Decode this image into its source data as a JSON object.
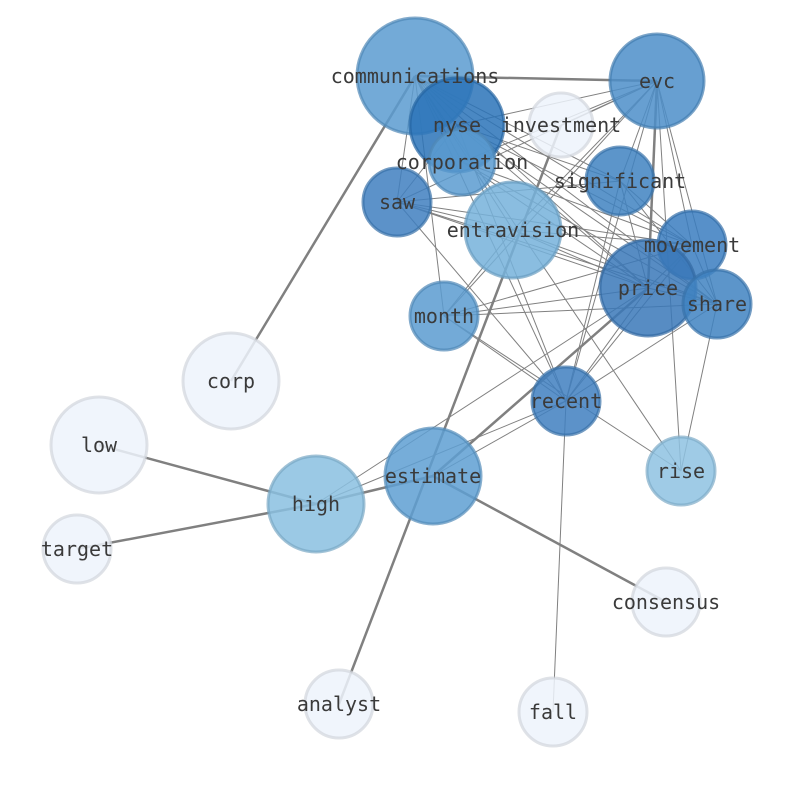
{
  "graph": {
    "nodes": [
      {
        "id": "communications",
        "label": "communications",
        "color": "#5a9bd0",
        "weight": 1.0
      },
      {
        "id": "evc",
        "label": "evc",
        "color": "#4c8ec9",
        "weight": 0.85
      },
      {
        "id": "nyse",
        "label": "nyse",
        "color": "#2a73b8",
        "weight": 0.8
      },
      {
        "id": "investment",
        "label": "investment",
        "color": "#edf3fb",
        "weight": 0.55
      },
      {
        "id": "corporation",
        "label": "corporation",
        "color": "#5a9bd0",
        "weight": 0.55
      },
      {
        "id": "significant",
        "label": "significant",
        "color": "#3f82c1",
        "weight": 0.6
      },
      {
        "id": "saw",
        "label": "saw",
        "color": "#3f7fbf",
        "weight": 0.6
      },
      {
        "id": "entravision",
        "label": "entravision",
        "color": "#76b1da",
        "weight": 0.85
      },
      {
        "id": "movement",
        "label": "movement",
        "color": "#3a7dbf",
        "weight": 0.6
      },
      {
        "id": "price",
        "label": "price",
        "color": "#3a78b8",
        "weight": 0.85
      },
      {
        "id": "share",
        "label": "share",
        "color": "#3f82c1",
        "weight": 0.6
      },
      {
        "id": "month",
        "label": "month",
        "color": "#5a9bd0",
        "weight": 0.6
      },
      {
        "id": "corp",
        "label": "corp",
        "color": "#edf3fb",
        "weight": 0.85
      },
      {
        "id": "recent",
        "label": "recent",
        "color": "#3f7fbf",
        "weight": 0.6
      },
      {
        "id": "low",
        "label": "low",
        "color": "#edf3fb",
        "weight": 0.85
      },
      {
        "id": "estimate",
        "label": "estimate",
        "color": "#5e9fd2",
        "weight": 0.85
      },
      {
        "id": "rise",
        "label": "rise",
        "color": "#8ec2e2",
        "weight": 0.6
      },
      {
        "id": "high",
        "label": "high",
        "color": "#89bfe0",
        "weight": 0.85
      },
      {
        "id": "target",
        "label": "target",
        "color": "#edf3fb",
        "weight": 0.6
      },
      {
        "id": "consensus",
        "label": "consensus",
        "color": "#edf3fb",
        "weight": 0.6
      },
      {
        "id": "analyst",
        "label": "analyst",
        "color": "#edf3fb",
        "weight": 0.6
      },
      {
        "id": "fall",
        "label": "fall",
        "color": "#edf3fb",
        "weight": 0.6
      }
    ],
    "edges": [
      {
        "source": "communications",
        "target": "evc",
        "weight": 2
      },
      {
        "source": "communications",
        "target": "corp",
        "weight": 2
      },
      {
        "source": "communications",
        "target": "nyse",
        "weight": 1
      },
      {
        "source": "communications",
        "target": "corporation",
        "weight": 1
      },
      {
        "source": "communications",
        "target": "saw",
        "weight": 1
      },
      {
        "source": "communications",
        "target": "entravision",
        "weight": 1
      },
      {
        "source": "communications",
        "target": "significant",
        "weight": 1
      },
      {
        "source": "communications",
        "target": "movement",
        "weight": 1
      },
      {
        "source": "communications",
        "target": "price",
        "weight": 1
      },
      {
        "source": "communications",
        "target": "share",
        "weight": 1
      },
      {
        "source": "communications",
        "target": "recent",
        "weight": 1
      },
      {
        "source": "communications",
        "target": "month",
        "weight": 1
      },
      {
        "source": "communications",
        "target": "rise",
        "weight": 1
      },
      {
        "source": "evc",
        "target": "nyse",
        "weight": 1
      },
      {
        "source": "evc",
        "target": "corporation",
        "weight": 1
      },
      {
        "source": "evc",
        "target": "saw",
        "weight": 1
      },
      {
        "source": "evc",
        "target": "entravision",
        "weight": 1
      },
      {
        "source": "evc",
        "target": "significant",
        "weight": 1
      },
      {
        "source": "evc",
        "target": "movement",
        "weight": 1
      },
      {
        "source": "evc",
        "target": "price",
        "weight": 2
      },
      {
        "source": "evc",
        "target": "share",
        "weight": 1
      },
      {
        "source": "evc",
        "target": "recent",
        "weight": 1
      },
      {
        "source": "evc",
        "target": "month",
        "weight": 1
      },
      {
        "source": "evc",
        "target": "investment",
        "weight": 1
      },
      {
        "source": "evc",
        "target": "rise",
        "weight": 1
      },
      {
        "source": "nyse",
        "target": "saw",
        "weight": 1
      },
      {
        "source": "nyse",
        "target": "price",
        "weight": 1
      },
      {
        "source": "nyse",
        "target": "movement",
        "weight": 1
      },
      {
        "source": "nyse",
        "target": "share",
        "weight": 1
      },
      {
        "source": "nyse",
        "target": "recent",
        "weight": 1
      },
      {
        "source": "nyse",
        "target": "significant",
        "weight": 1
      },
      {
        "source": "investment",
        "target": "analyst",
        "weight": 2
      },
      {
        "source": "corporation",
        "target": "price",
        "weight": 1
      },
      {
        "source": "corporation",
        "target": "share",
        "weight": 1
      },
      {
        "source": "corporation",
        "target": "movement",
        "weight": 1
      },
      {
        "source": "saw",
        "target": "entravision",
        "weight": 1
      },
      {
        "source": "saw",
        "target": "movement",
        "weight": 1
      },
      {
        "source": "saw",
        "target": "price",
        "weight": 1
      },
      {
        "source": "saw",
        "target": "share",
        "weight": 1
      },
      {
        "source": "saw",
        "target": "significant",
        "weight": 1
      },
      {
        "source": "saw",
        "target": "recent",
        "weight": 1
      },
      {
        "source": "entravision",
        "target": "price",
        "weight": 1
      },
      {
        "source": "entravision",
        "target": "share",
        "weight": 1
      },
      {
        "source": "entravision",
        "target": "movement",
        "weight": 1
      },
      {
        "source": "entravision",
        "target": "month",
        "weight": 1
      },
      {
        "source": "significant",
        "target": "movement",
        "weight": 1
      },
      {
        "source": "significant",
        "target": "price",
        "weight": 1
      },
      {
        "source": "significant",
        "target": "share",
        "weight": 1
      },
      {
        "source": "significant",
        "target": "recent",
        "weight": 1
      },
      {
        "source": "movement",
        "target": "price",
        "weight": 1
      },
      {
        "source": "movement",
        "target": "share",
        "weight": 1
      },
      {
        "source": "movement",
        "target": "month",
        "weight": 1
      },
      {
        "source": "movement",
        "target": "recent",
        "weight": 1
      },
      {
        "source": "price",
        "target": "share",
        "weight": 1
      },
      {
        "source": "price",
        "target": "month",
        "weight": 1
      },
      {
        "source": "price",
        "target": "recent",
        "weight": 1
      },
      {
        "source": "price",
        "target": "estimate",
        "weight": 2
      },
      {
        "source": "price",
        "target": "high",
        "weight": 1
      },
      {
        "source": "share",
        "target": "month",
        "weight": 1
      },
      {
        "source": "share",
        "target": "recent",
        "weight": 1
      },
      {
        "source": "share",
        "target": "rise",
        "weight": 1
      },
      {
        "source": "month",
        "target": "recent",
        "weight": 1
      },
      {
        "source": "month",
        "target": "rise",
        "weight": 1
      },
      {
        "source": "recent",
        "target": "estimate",
        "weight": 1
      },
      {
        "source": "recent",
        "target": "fall",
        "weight": 1
      },
      {
        "source": "recent",
        "target": "high",
        "weight": 1
      },
      {
        "source": "estimate",
        "target": "high",
        "weight": 2
      },
      {
        "source": "estimate",
        "target": "consensus",
        "weight": 2
      },
      {
        "source": "high",
        "target": "low",
        "weight": 2
      },
      {
        "source": "high",
        "target": "target",
        "weight": 2
      }
    ]
  }
}
